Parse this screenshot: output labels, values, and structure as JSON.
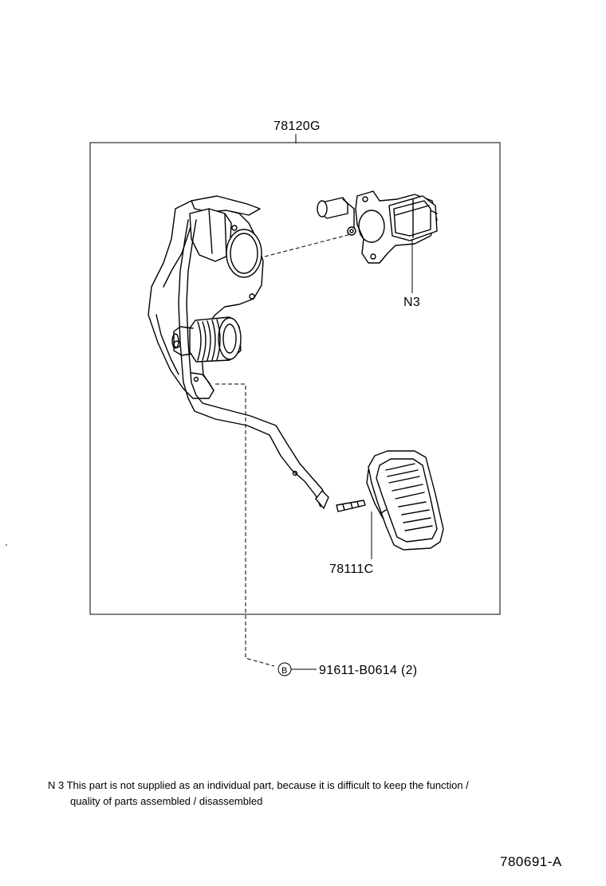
{
  "labels": {
    "assembly": "78120G",
    "sensor": "N3",
    "pad": "78111C",
    "bolt_symbol": "B",
    "bolt": "91611-B0614 (2)"
  },
  "note": {
    "line1": "N 3 This part is not supplied as an individual part, because it is difficult to keep the function /",
    "line2": "quality of parts assembled / disassembled"
  },
  "drawing_id": "780691-A"
}
